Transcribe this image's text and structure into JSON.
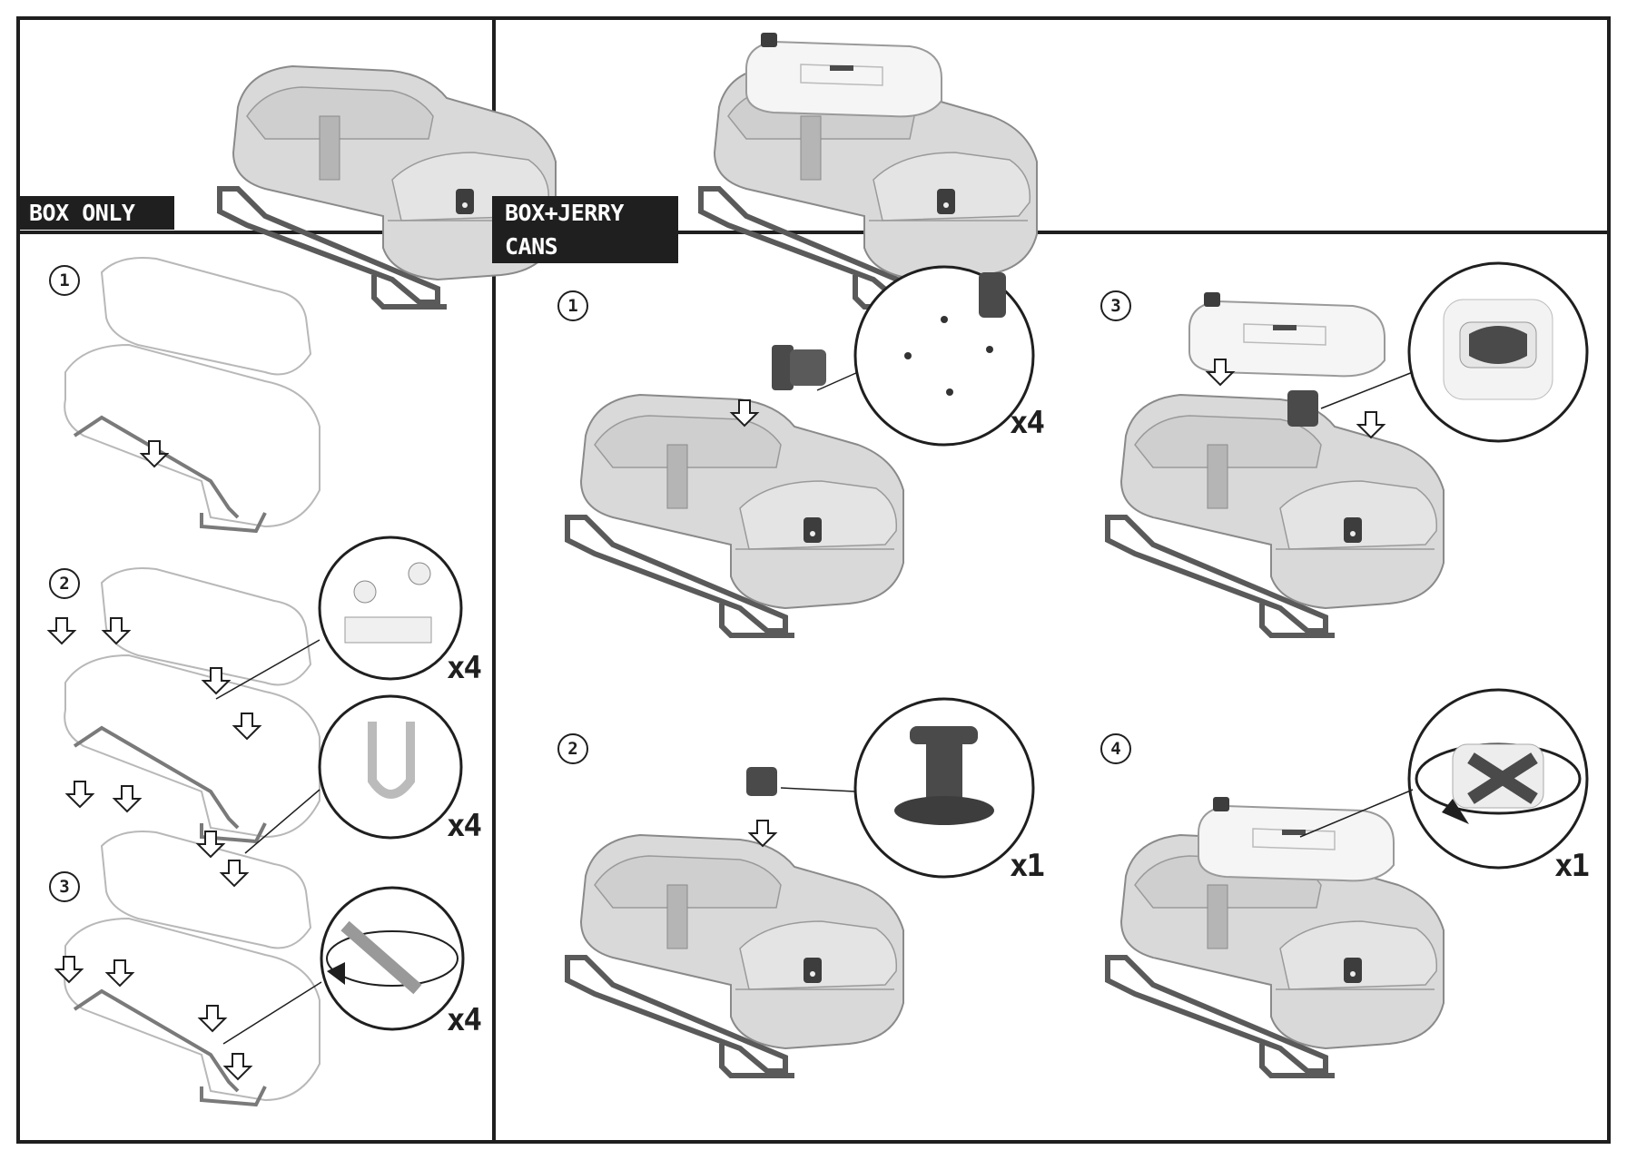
{
  "panels": {
    "box_only": {
      "label": "BOX ONLY"
    },
    "box_jerry": {
      "label": "BOX+JERRY CANS"
    }
  },
  "box_only_steps": [
    {
      "number": "1"
    },
    {
      "number": "2",
      "quantities": [
        "x4",
        "x4"
      ]
    },
    {
      "number": "3",
      "quantities": [
        "x4"
      ]
    }
  ],
  "jerry_steps": [
    {
      "number": "1",
      "quantity": "x4"
    },
    {
      "number": "2",
      "quantity": "x1"
    },
    {
      "number": "3"
    },
    {
      "number": "4",
      "quantity": "x1"
    }
  ],
  "colors": {
    "frame": "#1f1f1f",
    "box_fill": "#d9d9d9",
    "can_fill": "#f5f5f5",
    "rack": "#5a5a5a"
  }
}
